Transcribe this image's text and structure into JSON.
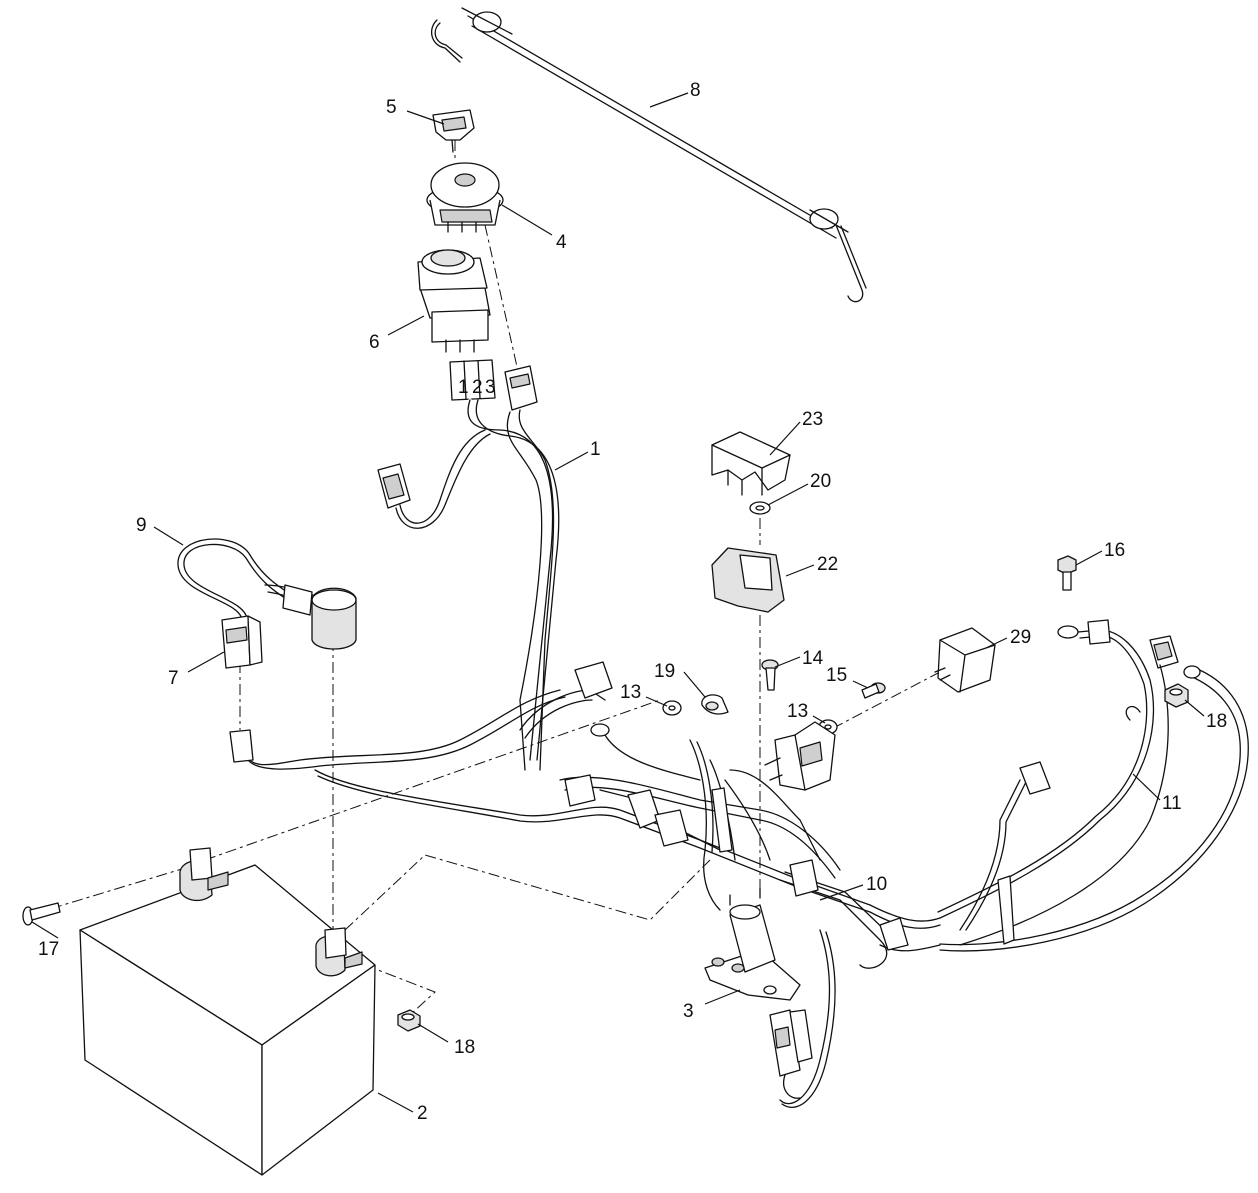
{
  "callouts": [
    {
      "id": "c1",
      "text": "1"
    },
    {
      "id": "c2",
      "text": "2"
    },
    {
      "id": "c3",
      "text": "3"
    },
    {
      "id": "c4",
      "text": "4"
    },
    {
      "id": "c5",
      "text": "5"
    },
    {
      "id": "c6",
      "text": "6"
    },
    {
      "id": "c7",
      "text": "7"
    },
    {
      "id": "c8",
      "text": "8"
    },
    {
      "id": "c9",
      "text": "9"
    },
    {
      "id": "c10",
      "text": "10"
    },
    {
      "id": "c11",
      "text": "11"
    },
    {
      "id": "c13a",
      "text": "13"
    },
    {
      "id": "c13b",
      "text": "13"
    },
    {
      "id": "c14",
      "text": "14"
    },
    {
      "id": "c15",
      "text": "15"
    },
    {
      "id": "c16",
      "text": "16"
    },
    {
      "id": "c17",
      "text": "17"
    },
    {
      "id": "c18a",
      "text": "18"
    },
    {
      "id": "c18b",
      "text": "18"
    },
    {
      "id": "c19",
      "text": "19"
    },
    {
      "id": "c20",
      "text": "20"
    },
    {
      "id": "c22",
      "text": "22"
    },
    {
      "id": "c23",
      "text": "23"
    },
    {
      "id": "c29",
      "text": "29"
    }
  ],
  "switch_terminals": [
    "1",
    "2",
    "3"
  ]
}
